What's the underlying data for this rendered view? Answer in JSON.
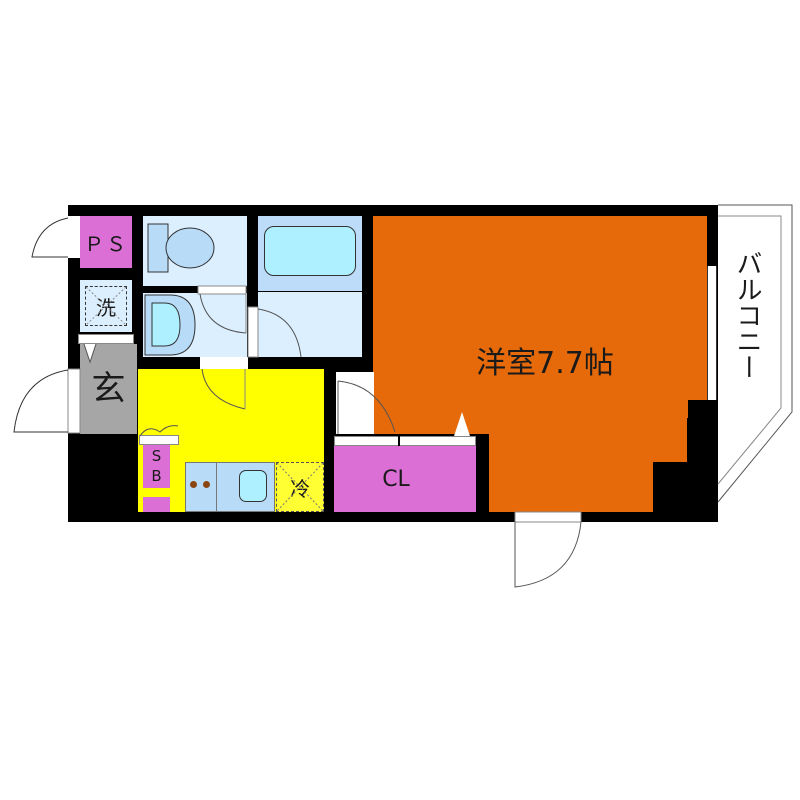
{
  "floor_plan": {
    "rooms": {
      "western_room": {
        "label": "洋室7.7帖",
        "color": "#e66a0a"
      },
      "closet": {
        "label": "CL",
        "color": "#db6fd5"
      },
      "pipe_space": {
        "label": "ＰＳ",
        "color": "#db6fd5"
      },
      "laundry": {
        "label": "洗",
        "color": "#dcefff"
      },
      "entrance": {
        "label": "玄",
        "color": "#a6a6a6"
      },
      "shoe_box": {
        "label_top": "S",
        "label_bottom": "B",
        "color": "#db6fd5"
      },
      "refrigerator": {
        "label": "冷",
        "color": "#ffff33"
      },
      "kitchen": {
        "color": "#ffff00"
      },
      "toilet": {
        "color": "#dcefff"
      },
      "washroom": {
        "color": "#dcefff"
      },
      "bathroom": {
        "color": "#dcefff"
      },
      "balcony": {
        "label": "バルコニー"
      }
    },
    "colors": {
      "wall": "#000000",
      "fixture_light_blue": "#b8dcf8",
      "fixture_cyan": "#aef0ff"
    }
  }
}
